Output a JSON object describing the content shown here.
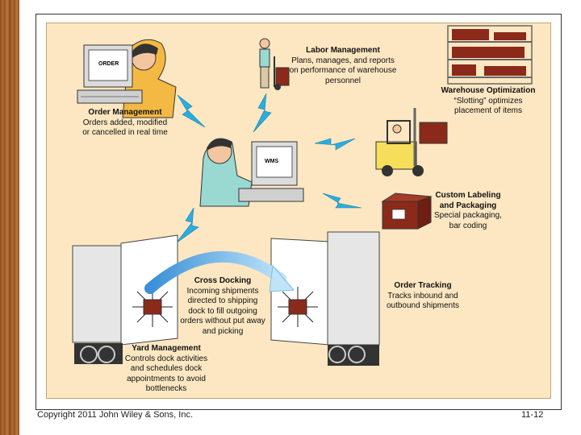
{
  "nodes": {
    "order_management": {
      "title": "Order Management",
      "desc": "Orders added, modified or cancelled in real time",
      "screen_text": "ORDER"
    },
    "labor_management": {
      "title": "Labor Management",
      "desc": "Plans, manages, and reports on performance of warehouse personnel"
    },
    "warehouse_optimization": {
      "title": "Warehouse Optimization",
      "desc": "“Slotting” optimizes placement of items"
    },
    "wms": {
      "screen_text": "WMS"
    },
    "custom_labeling": {
      "title": "Custom Labeling and Packaging",
      "desc": "Special packaging, bar coding"
    },
    "cross_docking": {
      "title": "Cross Docking",
      "desc": "Incoming shipments directed to shipping dock to fill outgoing orders without put away and picking"
    },
    "order_tracking": {
      "title": "Order Tracking",
      "desc": "Tracks inbound and outbound shipments"
    },
    "yard_management": {
      "title": "Yard Management",
      "desc": "Controls dock activities and schedules dock appointments to avoid bottlenecks"
    }
  },
  "footer": {
    "copyright": "Copyright 2011 John Wiley & Sons, Inc.",
    "page": "11-12"
  },
  "colors": {
    "panel": "#fce7c2",
    "lightning": "#29aee0",
    "arrow": "#6bbbe8",
    "box": "#8b2a1a",
    "truck": "#e6e6e6"
  }
}
